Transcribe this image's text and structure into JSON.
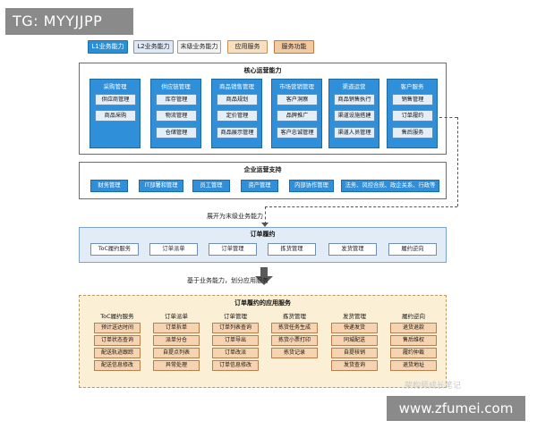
{
  "watermark_tag": "TG: MYYJJPP",
  "legend": {
    "l1": "L1业务能力",
    "l2": "L2业务能力",
    "unit": "末级业务能力",
    "app": "应用服务",
    "svc": "服务功能"
  },
  "core": {
    "title": "核心运营能力",
    "groups": [
      {
        "title": "采购管理",
        "items": [
          "供应商管理",
          "商品采购"
        ]
      },
      {
        "title": "供应链管理",
        "items": [
          "库存管理",
          "物流管理",
          "仓储管理"
        ]
      },
      {
        "title": "商品销售管理",
        "items": [
          "商品规划",
          "定价管理",
          "商品展示管理"
        ]
      },
      {
        "title": "市场营销管理",
        "items": [
          "客户洞察",
          "品牌推广",
          "客户忠诚管理"
        ]
      },
      {
        "title": "渠道运营",
        "items": [
          "商品销售执行",
          "渠道设施搭建",
          "渠道人员管理"
        ]
      },
      {
        "title": "客户服务",
        "items": [
          "销售管理",
          "订单履约",
          "售后服务"
        ]
      }
    ]
  },
  "enterprise": {
    "title": "企业运营支持",
    "items": [
      "财务管理",
      "IT部署和管理",
      "员工管理",
      "资产管理",
      "内部协作管理",
      "法务、风控合规、政企关系、行政等"
    ]
  },
  "notes": {
    "expand": "展开为末级业务能力",
    "derive": "基于业务能力，划分应用服务"
  },
  "fulfillment": {
    "title": "订单履约",
    "items": [
      "ToC履约服务",
      "订单派单",
      "订单管理",
      "拣货管理",
      "发货管理",
      "履约逆向"
    ]
  },
  "application": {
    "title": "订单履约的应用服务",
    "columns": [
      {
        "title": "ToC履约服务",
        "items": [
          "预计送达时间",
          "订单状态查询",
          "配送轨迹跟踪",
          "配送信息修改"
        ]
      },
      {
        "title": "订单派单",
        "items": [
          "订单拆单",
          "派单分仓",
          "自提点列表",
          "异常处理"
        ]
      },
      {
        "title": "订单管理",
        "items": [
          "订单列表查询",
          "订单导出",
          "订单改派",
          "订单信息修改"
        ]
      },
      {
        "title": "拣货管理",
        "items": [
          "拣货任务生成",
          "拣货小票打印",
          "拣货记录"
        ]
      },
      {
        "title": "发货管理",
        "items": [
          "快递发货",
          "同城配送",
          "自提核销",
          "发货查询"
        ]
      },
      {
        "title": "履约逆向",
        "items": [
          "退货退款",
          "售后维权",
          "履约仲裁",
          "退货地址"
        ]
      }
    ]
  },
  "watermarks": {
    "faint": "架构师成长笔记",
    "url": "www.zfumei.com"
  }
}
